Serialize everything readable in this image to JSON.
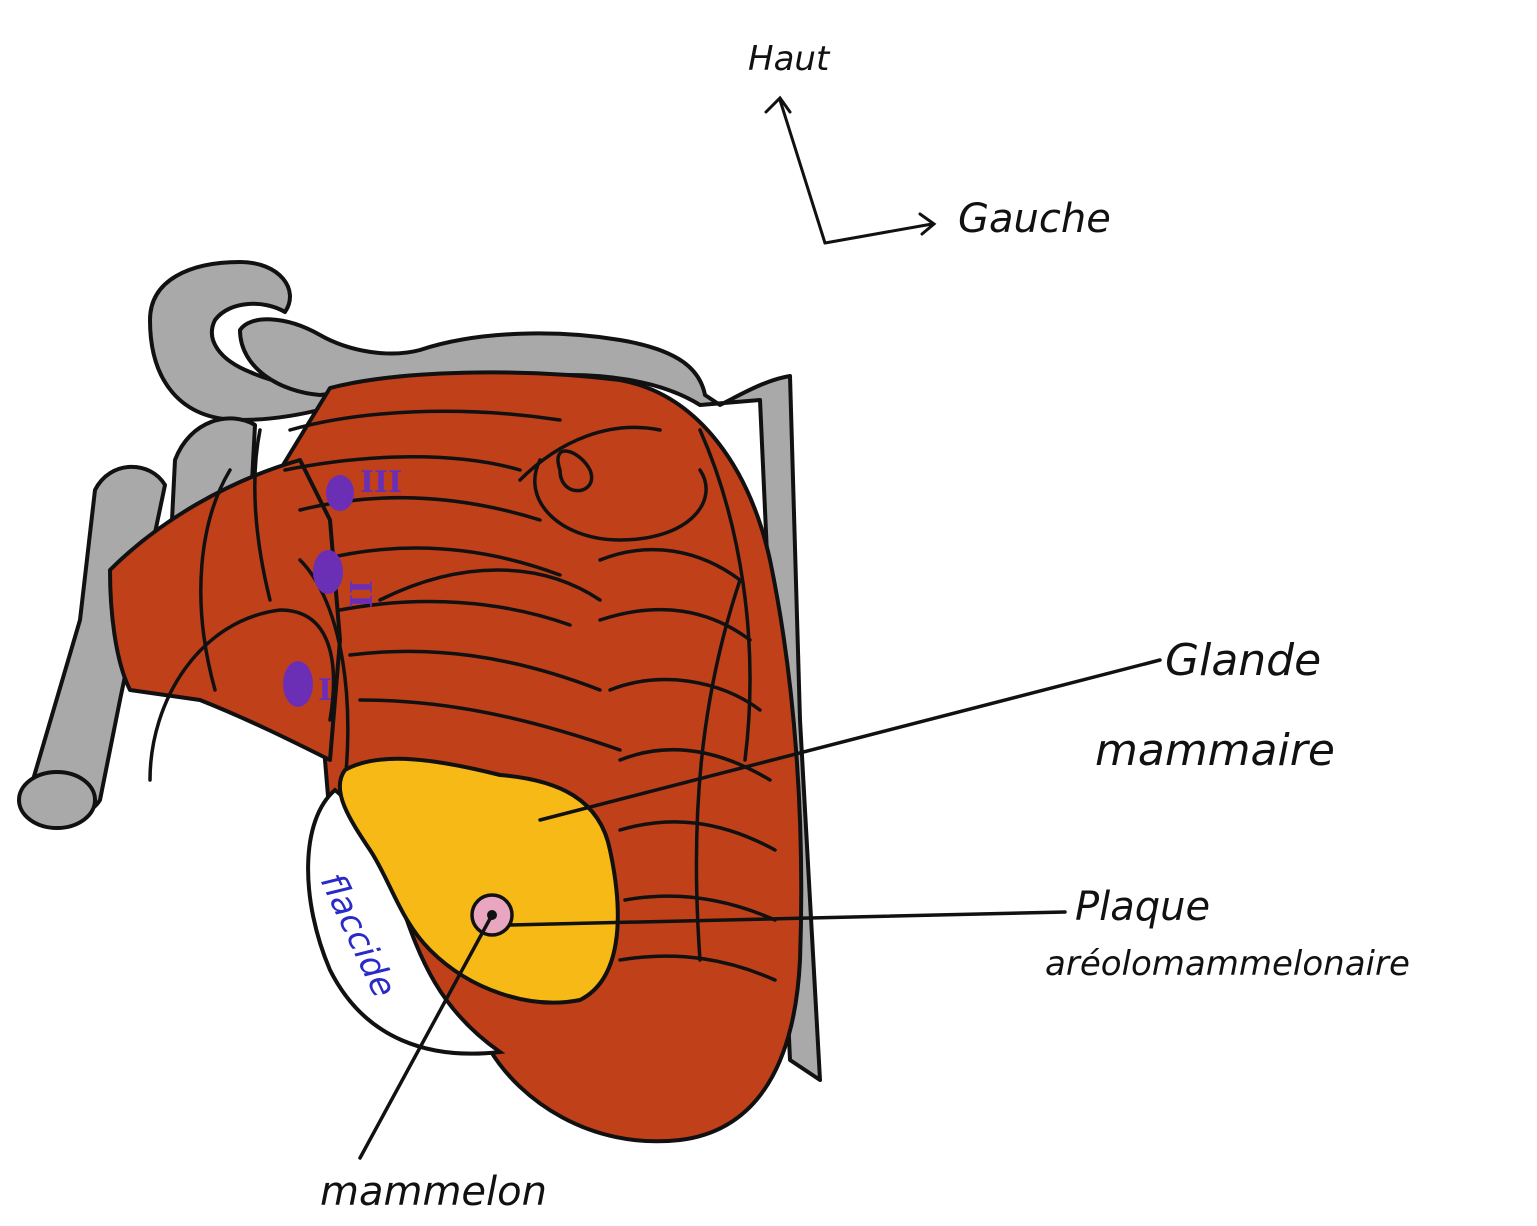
{
  "orientation": {
    "up_label": "Haut",
    "left_label": "Gauche"
  },
  "labels": {
    "gland_line1": "Glande",
    "gland_line2": "mammaire",
    "plaque_line1": "Plaque",
    "plaque_line2": "aréolomammelonaire",
    "mamelon": "mammelon",
    "flaccide": "flaccide"
  },
  "lymph_levels": [
    "III",
    "II",
    "I"
  ],
  "colors": {
    "muscle": "#c0401a",
    "gland": "#f7b916",
    "bone": "#a9a9a9",
    "nipple": "#e8a6c0",
    "lymph": "#6b2fb5",
    "flaccide_text": "#2a2ac8",
    "outline": "#111111"
  }
}
